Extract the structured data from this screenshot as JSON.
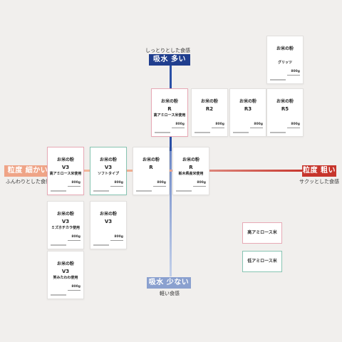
{
  "axes": {
    "top_badge": "吸水 多い",
    "top_caption": "しっとりとした食感",
    "bottom_badge": "吸水 少ない",
    "bottom_caption": "軽い食感",
    "left_badge": "粒度 細かい",
    "left_caption": "ふんわりとした食感",
    "right_badge": "粒度 粗い",
    "right_caption": "サクッとした食感",
    "colors": {
      "water": "#203e8e",
      "fine": "#efa487",
      "coarse": "#c7352c"
    }
  },
  "products": [
    {
      "title": "お米の粉",
      "line1": "",
      "line2": "グリッツ",
      "weight": "800g",
      "type": "none"
    },
    {
      "title": "お米の粉",
      "line1": "R",
      "line2": "高アミロース米使用",
      "weight": "800g",
      "type": "high"
    },
    {
      "title": "お米の粉",
      "line1": "R2",
      "line2": "",
      "weight": "800g",
      "type": "none"
    },
    {
      "title": "お米の粉",
      "line1": "R3",
      "line2": "",
      "weight": "800g",
      "type": "none"
    },
    {
      "title": "お米の粉",
      "line1": "R5",
      "line2": "",
      "weight": "800g",
      "type": "none"
    },
    {
      "title": "お米の粉",
      "line1": "V3",
      "line2": "高アミロース米使用",
      "weight": "800g",
      "type": "high"
    },
    {
      "title": "お米の粉",
      "line1": "V3",
      "line2": "ソフトタイプ",
      "weight": "800g",
      "type": "low"
    },
    {
      "title": "お米の粉",
      "line1": "R",
      "line2": "",
      "weight": "800g",
      "type": "none"
    },
    {
      "title": "お米の粉",
      "line1": "R",
      "line2": "栃木県産米使用",
      "weight": "800g",
      "type": "none"
    },
    {
      "title": "お米の粉",
      "line1": "V3",
      "line2": "ミズホチカラ使用",
      "weight": "800g",
      "type": "none"
    },
    {
      "title": "お米の粉",
      "line1": "V3",
      "line2": "",
      "weight": "800g",
      "type": "none"
    },
    {
      "title": "お米の粉",
      "line1": "V3",
      "line2": "笑みたわわ使用",
      "weight": "800g",
      "type": "none"
    }
  ],
  "legend": {
    "high": "高アミロース米",
    "low": "低アミロース米"
  }
}
